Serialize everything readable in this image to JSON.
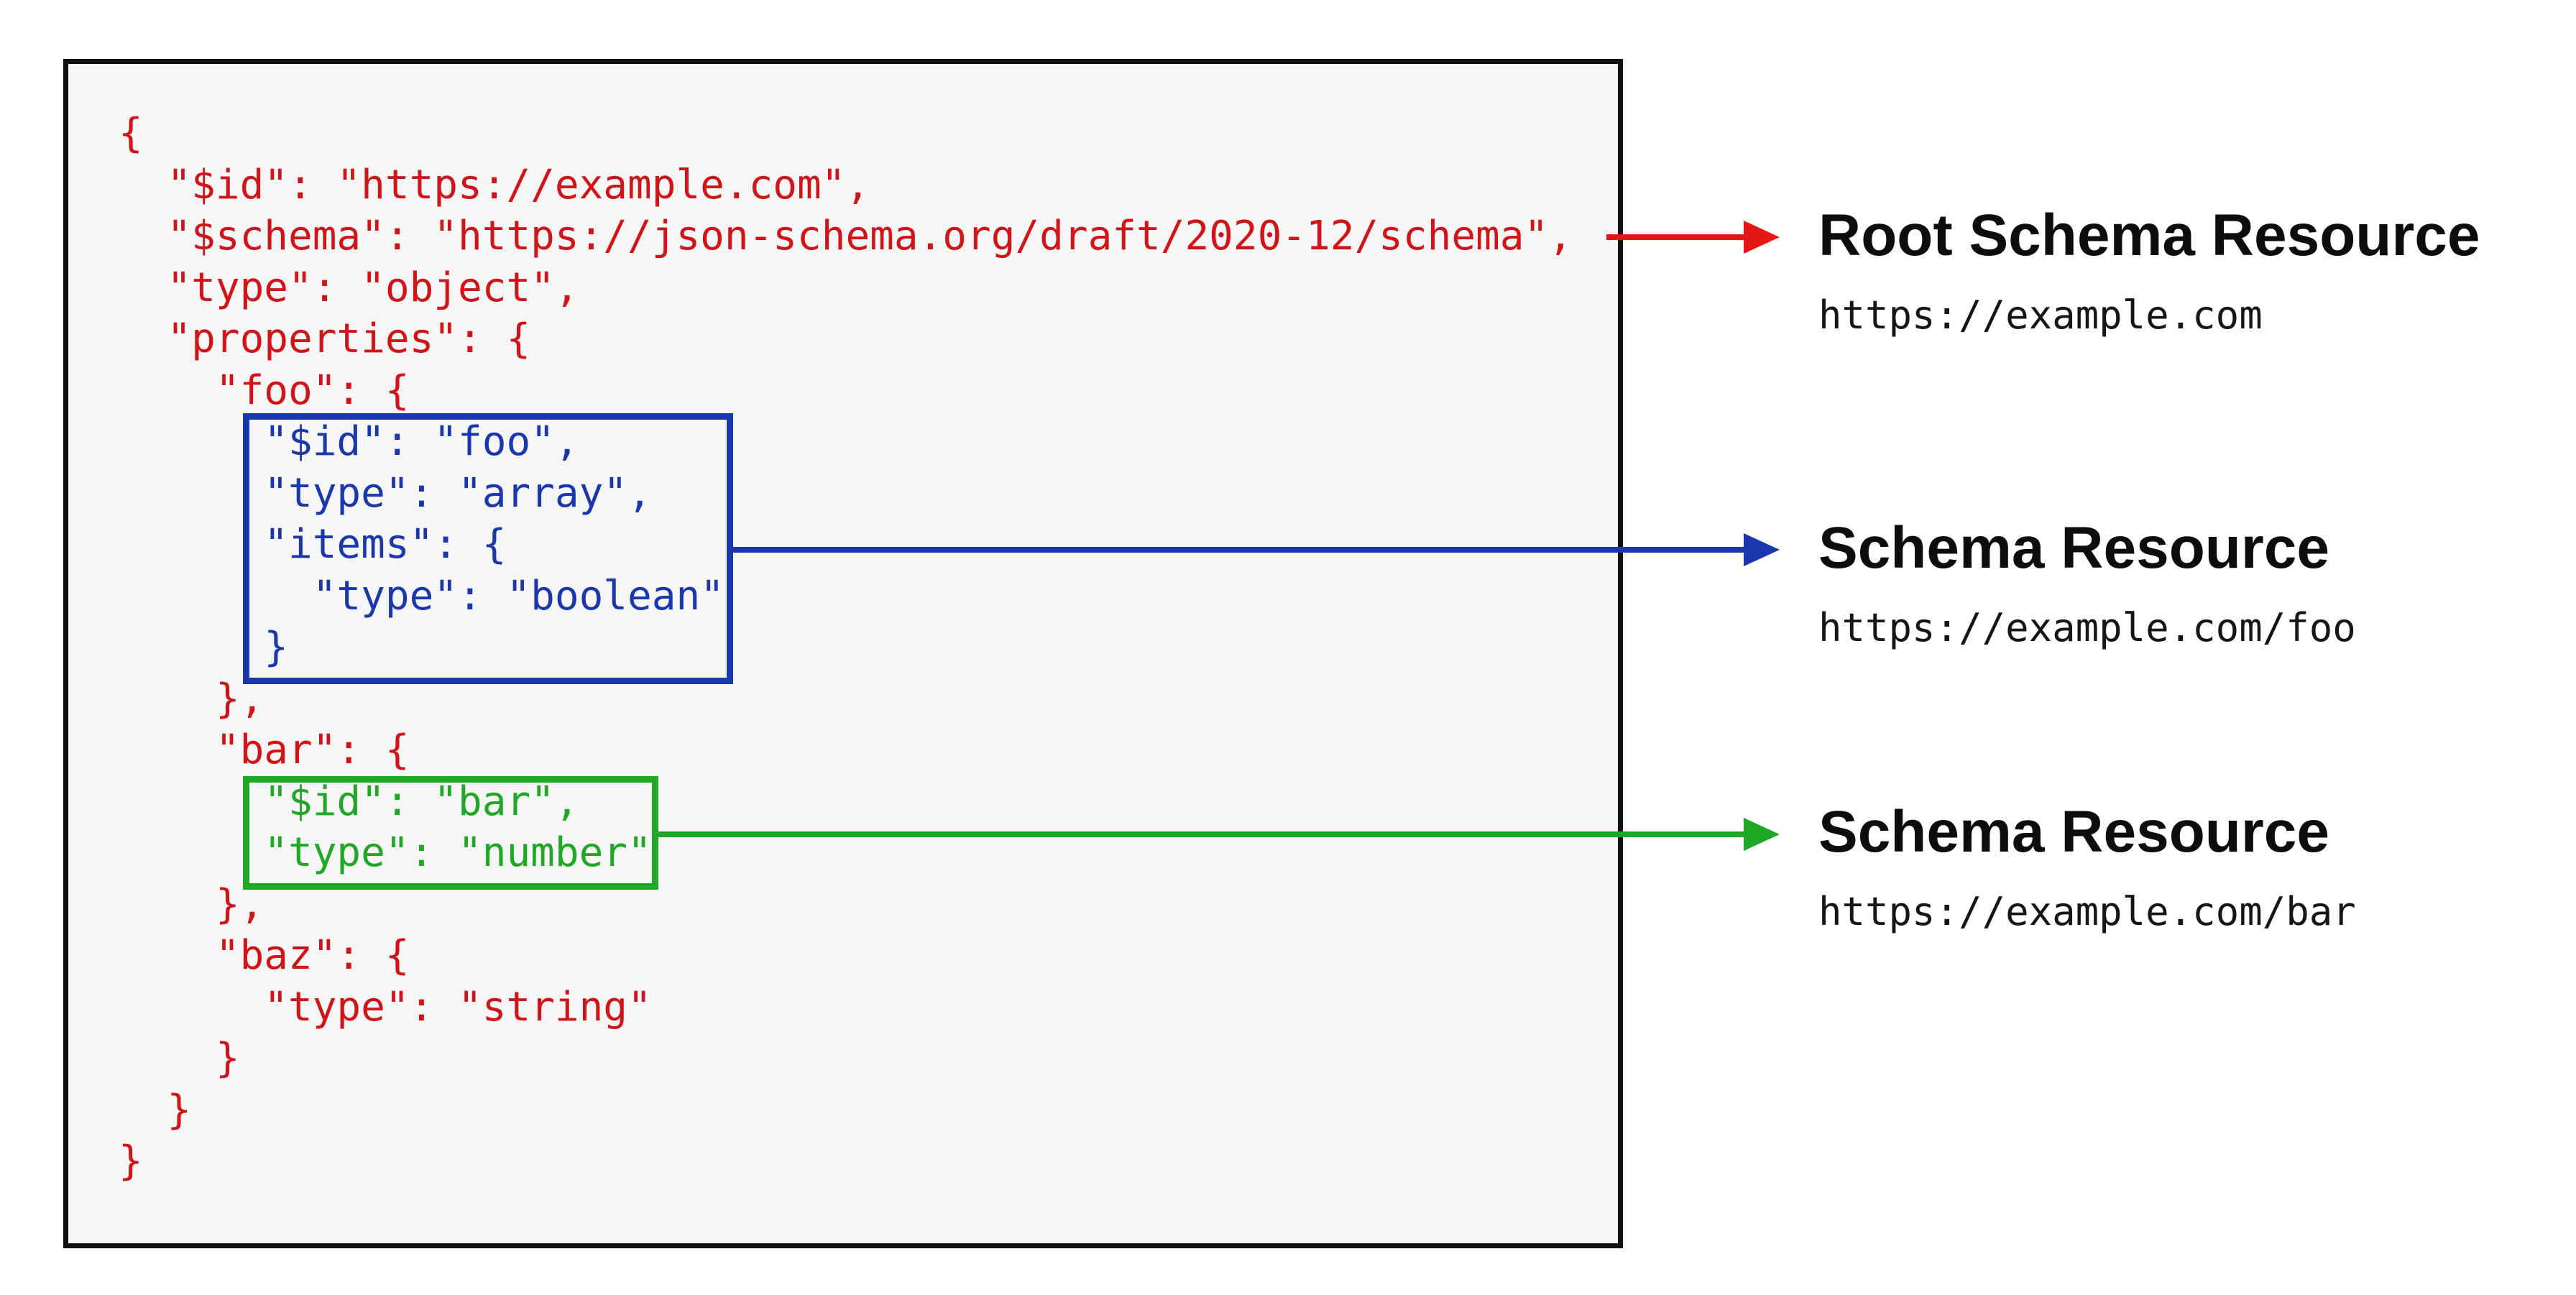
{
  "code": {
    "lines": [
      {
        "text": "{",
        "color": "red"
      },
      {
        "text": "  \"$id\": \"https://example.com\",",
        "color": "red"
      },
      {
        "text": "  \"$schema\": \"https://json-schema.org/draft/2020-12/schema\",",
        "color": "red"
      },
      {
        "text": "  \"type\": \"object\",",
        "color": "red"
      },
      {
        "text": "  \"properties\": {",
        "color": "red"
      },
      {
        "text": "    \"foo\": {",
        "color": "red"
      },
      {
        "text": "      \"$id\": \"foo\",",
        "color": "blue"
      },
      {
        "text": "      \"type\": \"array\",",
        "color": "blue"
      },
      {
        "text": "      \"items\": {",
        "color": "blue"
      },
      {
        "text": "        \"type\": \"boolean\"",
        "color": "blue"
      },
      {
        "text": "      }",
        "color": "blue"
      },
      {
        "text": "    },",
        "color": "red"
      },
      {
        "text": "    \"bar\": {",
        "color": "red"
      },
      {
        "text": "      \"$id\": \"bar\",",
        "color": "green"
      },
      {
        "text": "      \"type\": \"number\"",
        "color": "green"
      },
      {
        "text": "    },",
        "color": "red"
      },
      {
        "text": "    \"baz\": {",
        "color": "red"
      },
      {
        "text": "      \"type\": \"string\"",
        "color": "red"
      },
      {
        "text": "    }",
        "color": "red"
      },
      {
        "text": "  }",
        "color": "red"
      },
      {
        "text": "}",
        "color": "red"
      }
    ]
  },
  "annotations": [
    {
      "title": "Root Schema Resource",
      "url": "https://example.com",
      "arrow_color": "#e51616"
    },
    {
      "title": "Schema Resource",
      "url": "https://example.com/foo",
      "arrow_color": "#1a37ae"
    },
    {
      "title": "Schema Resource",
      "url": "https://example.com/bar",
      "arrow_color": "#20a725"
    }
  ],
  "colors": {
    "code_red": "#d01418",
    "schema_blue": "#1a37ae",
    "schema_green": "#20a725",
    "arrow_red": "#e51616",
    "panel_background": "#f6f6f6",
    "panel_border": "#111111",
    "label_text": "#0d0d0d"
  }
}
